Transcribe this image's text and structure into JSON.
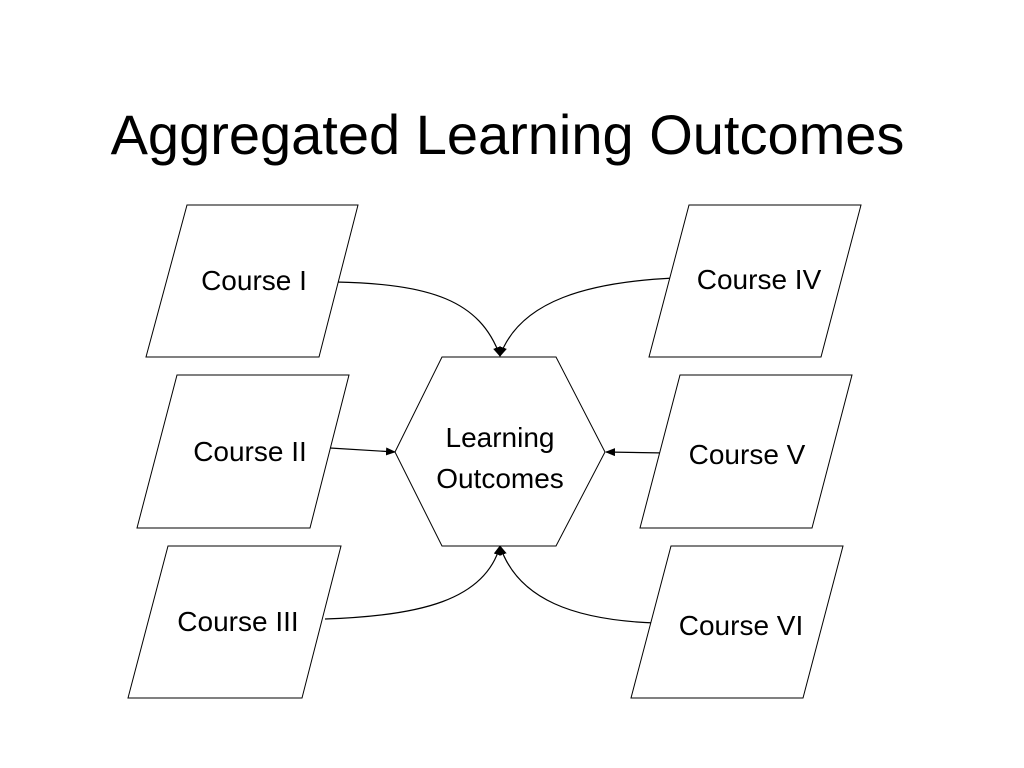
{
  "slide": {
    "title": "Aggregated Learning Outcomes"
  },
  "diagram": {
    "center": {
      "line1": "Learning",
      "line2": "Outcomes"
    },
    "courses": [
      "Course I",
      "Course II",
      "Course III",
      "Course IV",
      "Course V",
      "Course VI"
    ]
  },
  "colors": {
    "stroke": "#000000",
    "fill": "#ffffff"
  }
}
